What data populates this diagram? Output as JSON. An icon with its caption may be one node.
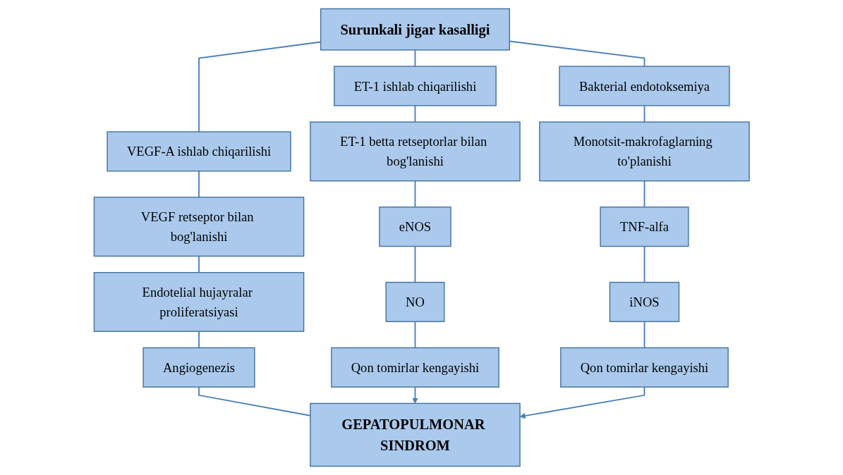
{
  "diagram": {
    "nodes": [
      {
        "text": [
          "Surunkali jigar kasalligi"
        ]
      },
      {
        "text": [
          "ET-1 ishlab chiqarilishi"
        ]
      },
      {
        "text": [
          "VEGF-A ishlab chiqarilishi"
        ]
      },
      {
        "text": [
          "Bakterial endotoksemiya"
        ]
      },
      {
        "text": [
          "ET-1 betta retseptorlar bilan bog'lanishi"
        ]
      },
      {
        "text": [
          "VEGF retseptor bilan bog'lanishi"
        ]
      },
      {
        "text": [
          "Monotsit-makrofaglarning to'planishi"
        ]
      },
      {
        "text": [
          "eNOS"
        ]
      },
      {
        "text": [
          "Endotelial hujayralar proliferatsiyasi"
        ]
      },
      {
        "text": [
          "TNF-alfa"
        ]
      },
      {
        "text": [
          "NO"
        ]
      },
      {
        "text": [
          "Angiogenezis"
        ]
      },
      {
        "text": [
          "iNOS"
        ]
      },
      {
        "text": [
          "Qon tomirlar kengayishi"
        ]
      },
      {
        "text": [
          "Qon tomirlar kengayishi"
        ]
      },
      {
        "text": [
          "GEPATOPULMONAR SINDROM"
        ]
      }
    ],
    "edges": [
      {
        "from": 0,
        "to": 1,
        "arrow": "none"
      },
      {
        "from": 0,
        "to": 2,
        "arrow": "none"
      },
      {
        "from": 0,
        "to": 3,
        "arrow": "none"
      },
      {
        "from": 1,
        "to": 4,
        "arrow": "none"
      },
      {
        "from": 2,
        "to": 5,
        "arrow": "none"
      },
      {
        "from": 3,
        "to": 6,
        "arrow": "none"
      },
      {
        "from": 4,
        "to": 7,
        "arrow": "none"
      },
      {
        "from": 5,
        "to": 8,
        "arrow": "none"
      },
      {
        "from": 6,
        "to": 9,
        "arrow": "none"
      },
      {
        "from": 7,
        "to": 10,
        "arrow": "none"
      },
      {
        "from": 8,
        "to": 11,
        "arrow": "none"
      },
      {
        "from": 9,
        "to": 12,
        "arrow": "none"
      },
      {
        "from": 10,
        "to": 13,
        "arrow": "none"
      },
      {
        "from": 11,
        "to": 15,
        "arrow": "none"
      },
      {
        "from": 12,
        "to": 14,
        "arrow": "none"
      },
      {
        "from": 13,
        "to": 15,
        "arrow": "to"
      },
      {
        "from": 14,
        "to": 15,
        "arrow": "to"
      }
    ]
  }
}
